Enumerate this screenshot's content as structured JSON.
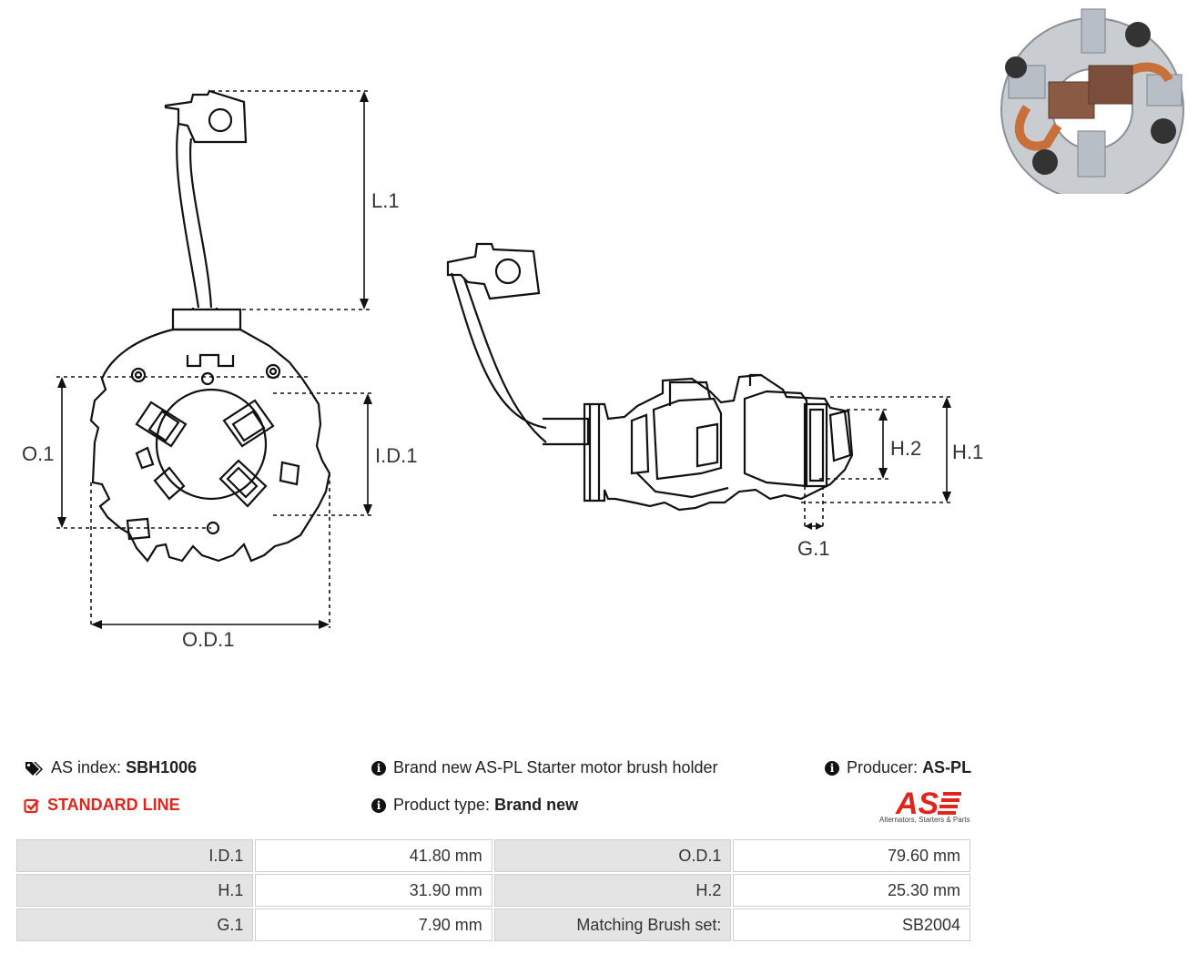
{
  "dimension_labels": {
    "l1": "L.1",
    "o1": "O.1",
    "id1": "I.D.1",
    "od1": "O.D.1",
    "h1": "H.1",
    "h2": "H.2",
    "g1": "G.1"
  },
  "info": {
    "as_index_label": "AS index:",
    "as_index_value": "SBH1006",
    "line": "STANDARD LINE",
    "description": "Brand new AS-PL Starter motor brush holder",
    "product_type_label": "Product type:",
    "product_type_value": "Brand new",
    "producer_label": "Producer:",
    "producer_value": "AS-PL"
  },
  "logo": {
    "text": "AS",
    "tagline": "Alternators, Starters & Parts",
    "color": "#e1251b"
  },
  "params": [
    [
      {
        "k": "I.D.1",
        "v": "41.80 mm"
      },
      {
        "k": "O.D.1",
        "v": "79.60 mm"
      }
    ],
    [
      {
        "k": "H.1",
        "v": "31.90 mm"
      },
      {
        "k": "H.2",
        "v": "25.30 mm"
      }
    ],
    [
      {
        "k": "G.1",
        "v": "7.90 mm"
      },
      {
        "k": "Matching Brush set:",
        "v": "SB2004"
      }
    ]
  ]
}
